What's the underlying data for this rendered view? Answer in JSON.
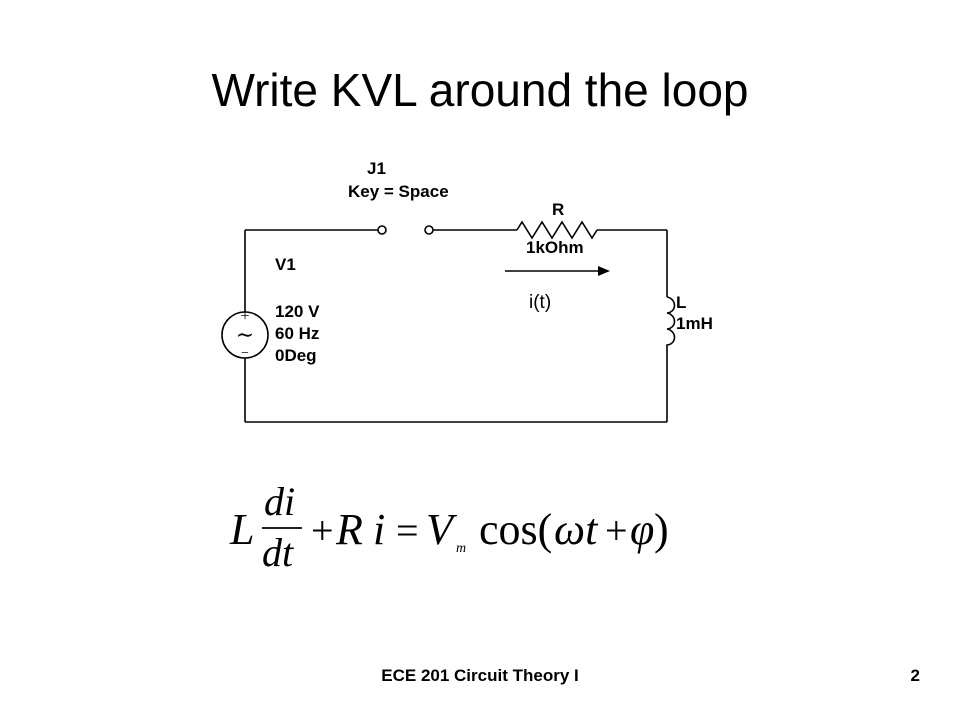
{
  "slide": {
    "title": "Write KVL around the loop",
    "footer_course": "ECE 201 Circuit Theory I",
    "page_number": "2"
  },
  "circuit": {
    "switch": {
      "name": "J1",
      "key": "Key = Space"
    },
    "resistor": {
      "name": "R",
      "value": "1kOhm"
    },
    "inductor": {
      "name": "L",
      "value": "1mH"
    },
    "source": {
      "name": "V1",
      "voltage": "120 V",
      "frequency": "60 Hz",
      "phase": "0Deg",
      "plus_sign": "+",
      "minus_sign": "−",
      "ac_symbol": "∼"
    },
    "current": {
      "label": "i(t)"
    }
  },
  "equation": {
    "L": "L",
    "di": "di",
    "dt": "dt",
    "plus": "+",
    "R": "R",
    "i": "i",
    "equals": "=",
    "V": "V",
    "m": "m",
    "cos": "cos(",
    "omega_t": "ωt",
    "plus2": "+",
    "phi": "φ",
    "close": ")"
  }
}
